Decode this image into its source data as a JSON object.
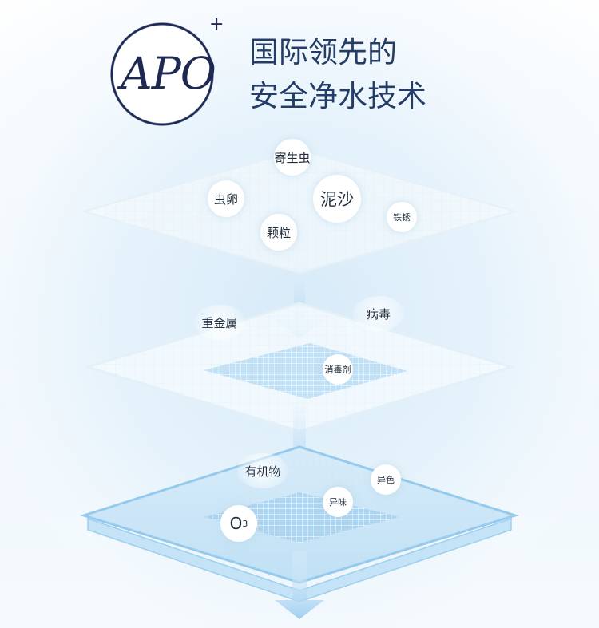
{
  "logo": {
    "text": "APO",
    "plus": "+"
  },
  "headline": {
    "line1": "国际领先的",
    "line2": "安全净水技术"
  },
  "layer1": {
    "items": [
      "寄生虫",
      "虫卵",
      "泥沙",
      "铁锈",
      "颗粒"
    ]
  },
  "layer2": {
    "items": [
      "重金属",
      "病毒",
      "消毒剂"
    ]
  },
  "layer3": {
    "items": [
      "有机物",
      "异色",
      "异味"
    ],
    "o3": {
      "main": "O",
      "sub": "3"
    }
  },
  "colors": {
    "headline": "#243d66",
    "logo": "#1d2950",
    "arrow": "#a9d4f2",
    "plate_edge": "#9ccfef"
  }
}
